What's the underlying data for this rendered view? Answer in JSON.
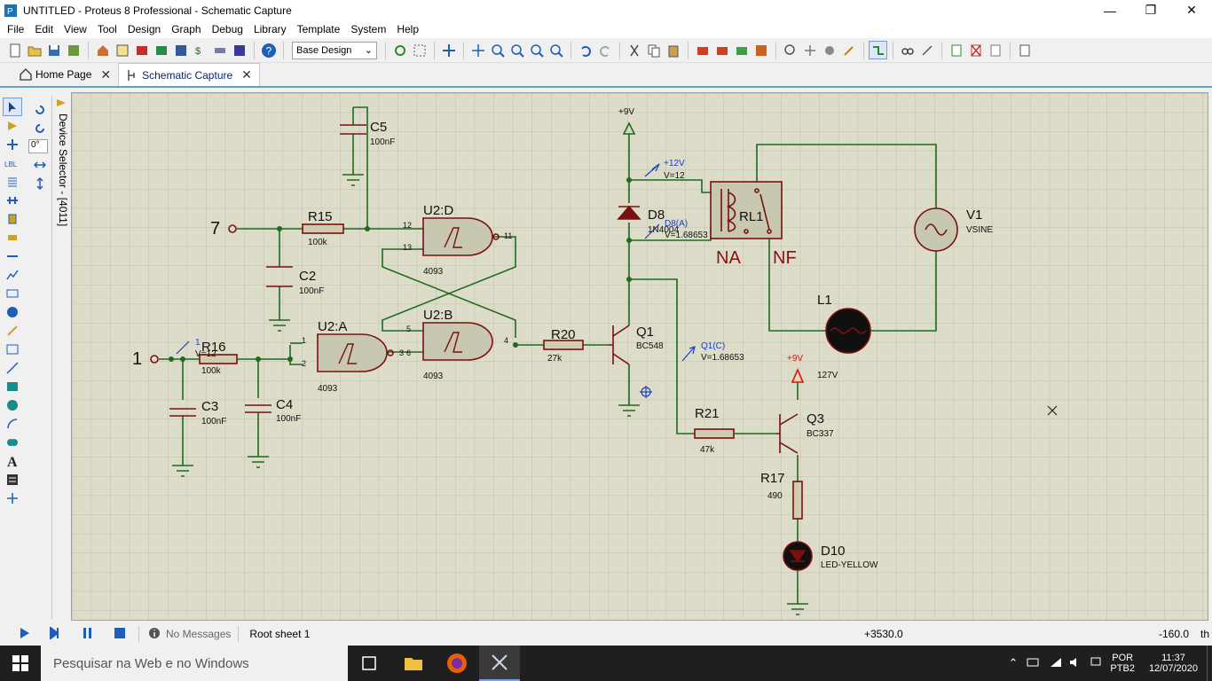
{
  "window": {
    "title": "UNTITLED - Proteus 8 Professional - Schematic Capture",
    "minimize": "—",
    "maximize": "❐",
    "close": "✕"
  },
  "menu": [
    "File",
    "Edit",
    "View",
    "Tool",
    "Design",
    "Graph",
    "Debug",
    "Library",
    "Template",
    "System",
    "Help"
  ],
  "toolbar": {
    "design_select": "Base Design"
  },
  "tabs": [
    {
      "label": "Home Page"
    },
    {
      "label": "Schematic Capture"
    }
  ],
  "left_panel": {
    "rotation_value": "0°",
    "device_selector_label": "Device Selector - [4011]"
  },
  "schematic": {
    "inputs": {
      "in7": "7",
      "in1": "1"
    },
    "components": {
      "C5": {
        "ref": "C5",
        "value": "100nF"
      },
      "C2": {
        "ref": "C2",
        "value": "100nF"
      },
      "C3": {
        "ref": "C3",
        "value": "100nF"
      },
      "C4": {
        "ref": "C4",
        "value": "100nF"
      },
      "R15": {
        "ref": "R15",
        "value": "100k"
      },
      "R16": {
        "ref": "R16",
        "value": "100k"
      },
      "R20": {
        "ref": "R20",
        "value": "27k"
      },
      "R21": {
        "ref": "R21",
        "value": "47k"
      },
      "R17": {
        "ref": "R17",
        "value": "490"
      },
      "U2D": {
        "ref": "U2:D",
        "value": "4093",
        "pin_a": "12",
        "pin_b": "13",
        "pin_out": "11"
      },
      "U2A": {
        "ref": "U2:A",
        "value": "4093",
        "pin_a": "1",
        "pin_b": "2",
        "pin_out": "3"
      },
      "U2B": {
        "ref": "U2:B",
        "value": "4093",
        "pin_a": "5",
        "pin_b": "6",
        "pin_out": "4"
      },
      "Q1": {
        "ref": "Q1",
        "value": "BC548"
      },
      "Q3": {
        "ref": "Q3",
        "value": "BC337"
      },
      "D8": {
        "ref": "D8",
        "value": "1N4004"
      },
      "D10": {
        "ref": "D10",
        "value": "LED-YELLOW"
      },
      "RL1": {
        "ref": "RL1",
        "na": "NA",
        "nf": "NF"
      },
      "V1": {
        "ref": "V1",
        "value": "VSINE"
      },
      "L1": {
        "ref": "L1",
        "value": "127V"
      }
    },
    "power": {
      "vcc_top": "+9V",
      "vcc_q3": "+9V"
    },
    "probes": {
      "p12": {
        "name": "+12V",
        "value": "V=12"
      },
      "d8a": {
        "name": "D8(A)",
        "value": "V=1.68653"
      },
      "q1c": {
        "name": "Q1(C)",
        "value": "V=1.68653"
      },
      "in1": {
        "name": "1",
        "value": "V=12"
      }
    }
  },
  "statusbar": {
    "messages": "No Messages",
    "sheet": "Root sheet 1",
    "coord_x": "+3530.0",
    "coord_y": "-160.0",
    "units": "th"
  },
  "taskbar": {
    "search_placeholder": "Pesquisar na Web e no Windows",
    "lang": "POR",
    "layout": "PTB2",
    "time": "11:37",
    "date": "12/07/2020"
  }
}
